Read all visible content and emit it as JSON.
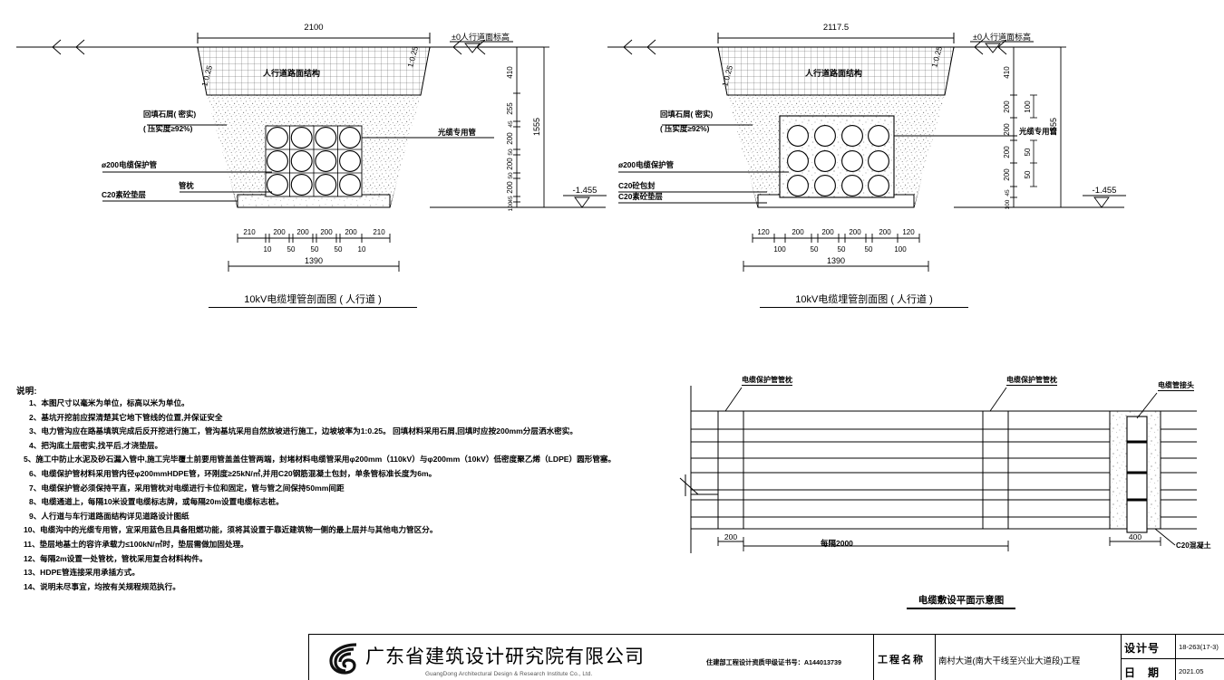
{
  "sheet": {
    "notes_heading": "说明:",
    "notes": [
      "1、本图尺寸以毫米为单位，标高以米为单位。",
      "2、基坑开挖前应探清楚其它地下管线的位置,并保证安全",
      "3、电力管沟应在路基填筑完成后反开挖进行施工，管沟基坑采用自然放坡进行施工，边坡坡率为1:0.25。 回填材料采用石屑,回填时应按200mm分层洒水密实。",
      "4、把沟底土层密实,找平后,才浇垫层。",
      "5、施工中防止水泥及砂石漏入管中,施工完毕覆土前要用管盖盖住管两端，封堵材料电缆管采用φ200mm（110kV）与φ200mm（10kV）低密度聚乙烯（LDPE）圆形管塞。",
      "6、电缆保护管材料采用管内径φ200mmHDPE管，环刚度≥25kN/㎡,并用C20钢筋混凝土包封，单条管标准长度为6m。",
      "7、电缆保护管必须保持平直，采用管枕对电缆进行卡位和固定，管与管之间保持50mm间距",
      "8、电缆通道上，每隔10米设置电缆标志牌，或每隔20m设置电缆标志桩。",
      "9、人行道与车行道路面结构详见道路设计图纸",
      "10、电缆沟中的光缆专用管，宜采用蓝色且具备阻燃功能，须将其设置于靠近建筑物一侧的最上层并与其他电力管区分。",
      "11、垫层地基土的容许承载力≤100kN/㎡时，垫层需做加固处理。",
      "12、每隔2m设置一处管枕，管枕采用复合材料构件。",
      "13、HDPE管连接采用承插方式。",
      "14、说明未尽事宜，均按有关规程规范执行。"
    ]
  },
  "section_left": {
    "caption": "10kV电缆埋管剖面图 ( 人行道 )",
    "top_width": "2100",
    "grade_label": "±0人行道面标高",
    "slope_left": "1:0.25",
    "slope_right": "1:0.25",
    "pavement_label": "人行道路面结构",
    "backfill_label_1": "回填石屑( 密实)",
    "backfill_label_2": "( 压实度≥92%)",
    "pipe_label": "ø200电缆保护管",
    "pillow_label": "管枕",
    "base_label": "C20素砼垫层",
    "fiber_label": "光缆专用管",
    "elevation": "-1.455",
    "total_depth": "1555",
    "v_dims": [
      "410",
      "255",
      "45",
      "200",
      "50",
      "200",
      "50",
      "200",
      "45",
      "100"
    ],
    "h_dims_top": [
      "210",
      "200",
      "200",
      "200",
      "200",
      "210"
    ],
    "h_dims_bot": [
      "10",
      "50",
      "50",
      "50",
      "10"
    ],
    "bottom_width": "1390",
    "pipe_cols": 4,
    "pipe_rows": 3
  },
  "section_right": {
    "caption": "10kV电缆埋管剖面图 ( 人行道 )",
    "top_width": "2117.5",
    "grade_label": "±0人行道面标高",
    "slope_left": "1:0.25",
    "slope_right": "1:0.25",
    "pavement_label": "人行道路面结构",
    "backfill_label_1": "回填石屑( 密实)",
    "backfill_label_2": "( 压实度≥92%)",
    "pipe_label": "ø200电缆保护管",
    "encase_label": "C20砼包封",
    "base_label": "C20素砼垫层",
    "fiber_label": "光缆专用管",
    "elevation": "-1.455",
    "total_depth": "1555",
    "v_dims_main": [
      "410",
      "200",
      "200",
      "200",
      "200",
      "45",
      "100"
    ],
    "v_dims_off": [
      "100",
      "50",
      "50"
    ],
    "h_dims_top": [
      "120",
      "200",
      "200",
      "200",
      "200",
      "120"
    ],
    "h_dims_bot": [
      "100",
      "50",
      "50",
      "50",
      "100"
    ],
    "bottom_width": "1390",
    "pipe_cols": 4,
    "pipe_rows": 3
  },
  "plan_view": {
    "caption": "电缆敷设平面示意图",
    "label_pillow_1": "电缆保护管管枕",
    "label_pillow_2": "电缆保护管管枕",
    "label_joint": "电缆管接头",
    "label_concrete": "C20混凝土",
    "dim_200": "200",
    "dim_spacing": "每隔2000",
    "dim_400": "400"
  },
  "title_block": {
    "company_cn": "广东省建筑设计研究院有限公司",
    "company_en": "GuangDong Architectural Design & Research Institute Co., Ltd.",
    "cert": "住建部工程设计资质甲级证书号：A144013739",
    "project_label": "工程名称",
    "project_value": "南村大道(南大干线至兴业大道段)工程",
    "design_no_label": "设计号",
    "design_no_value": "18-263(17-3)",
    "date_label": "日　期",
    "date_value": "2021.05"
  }
}
